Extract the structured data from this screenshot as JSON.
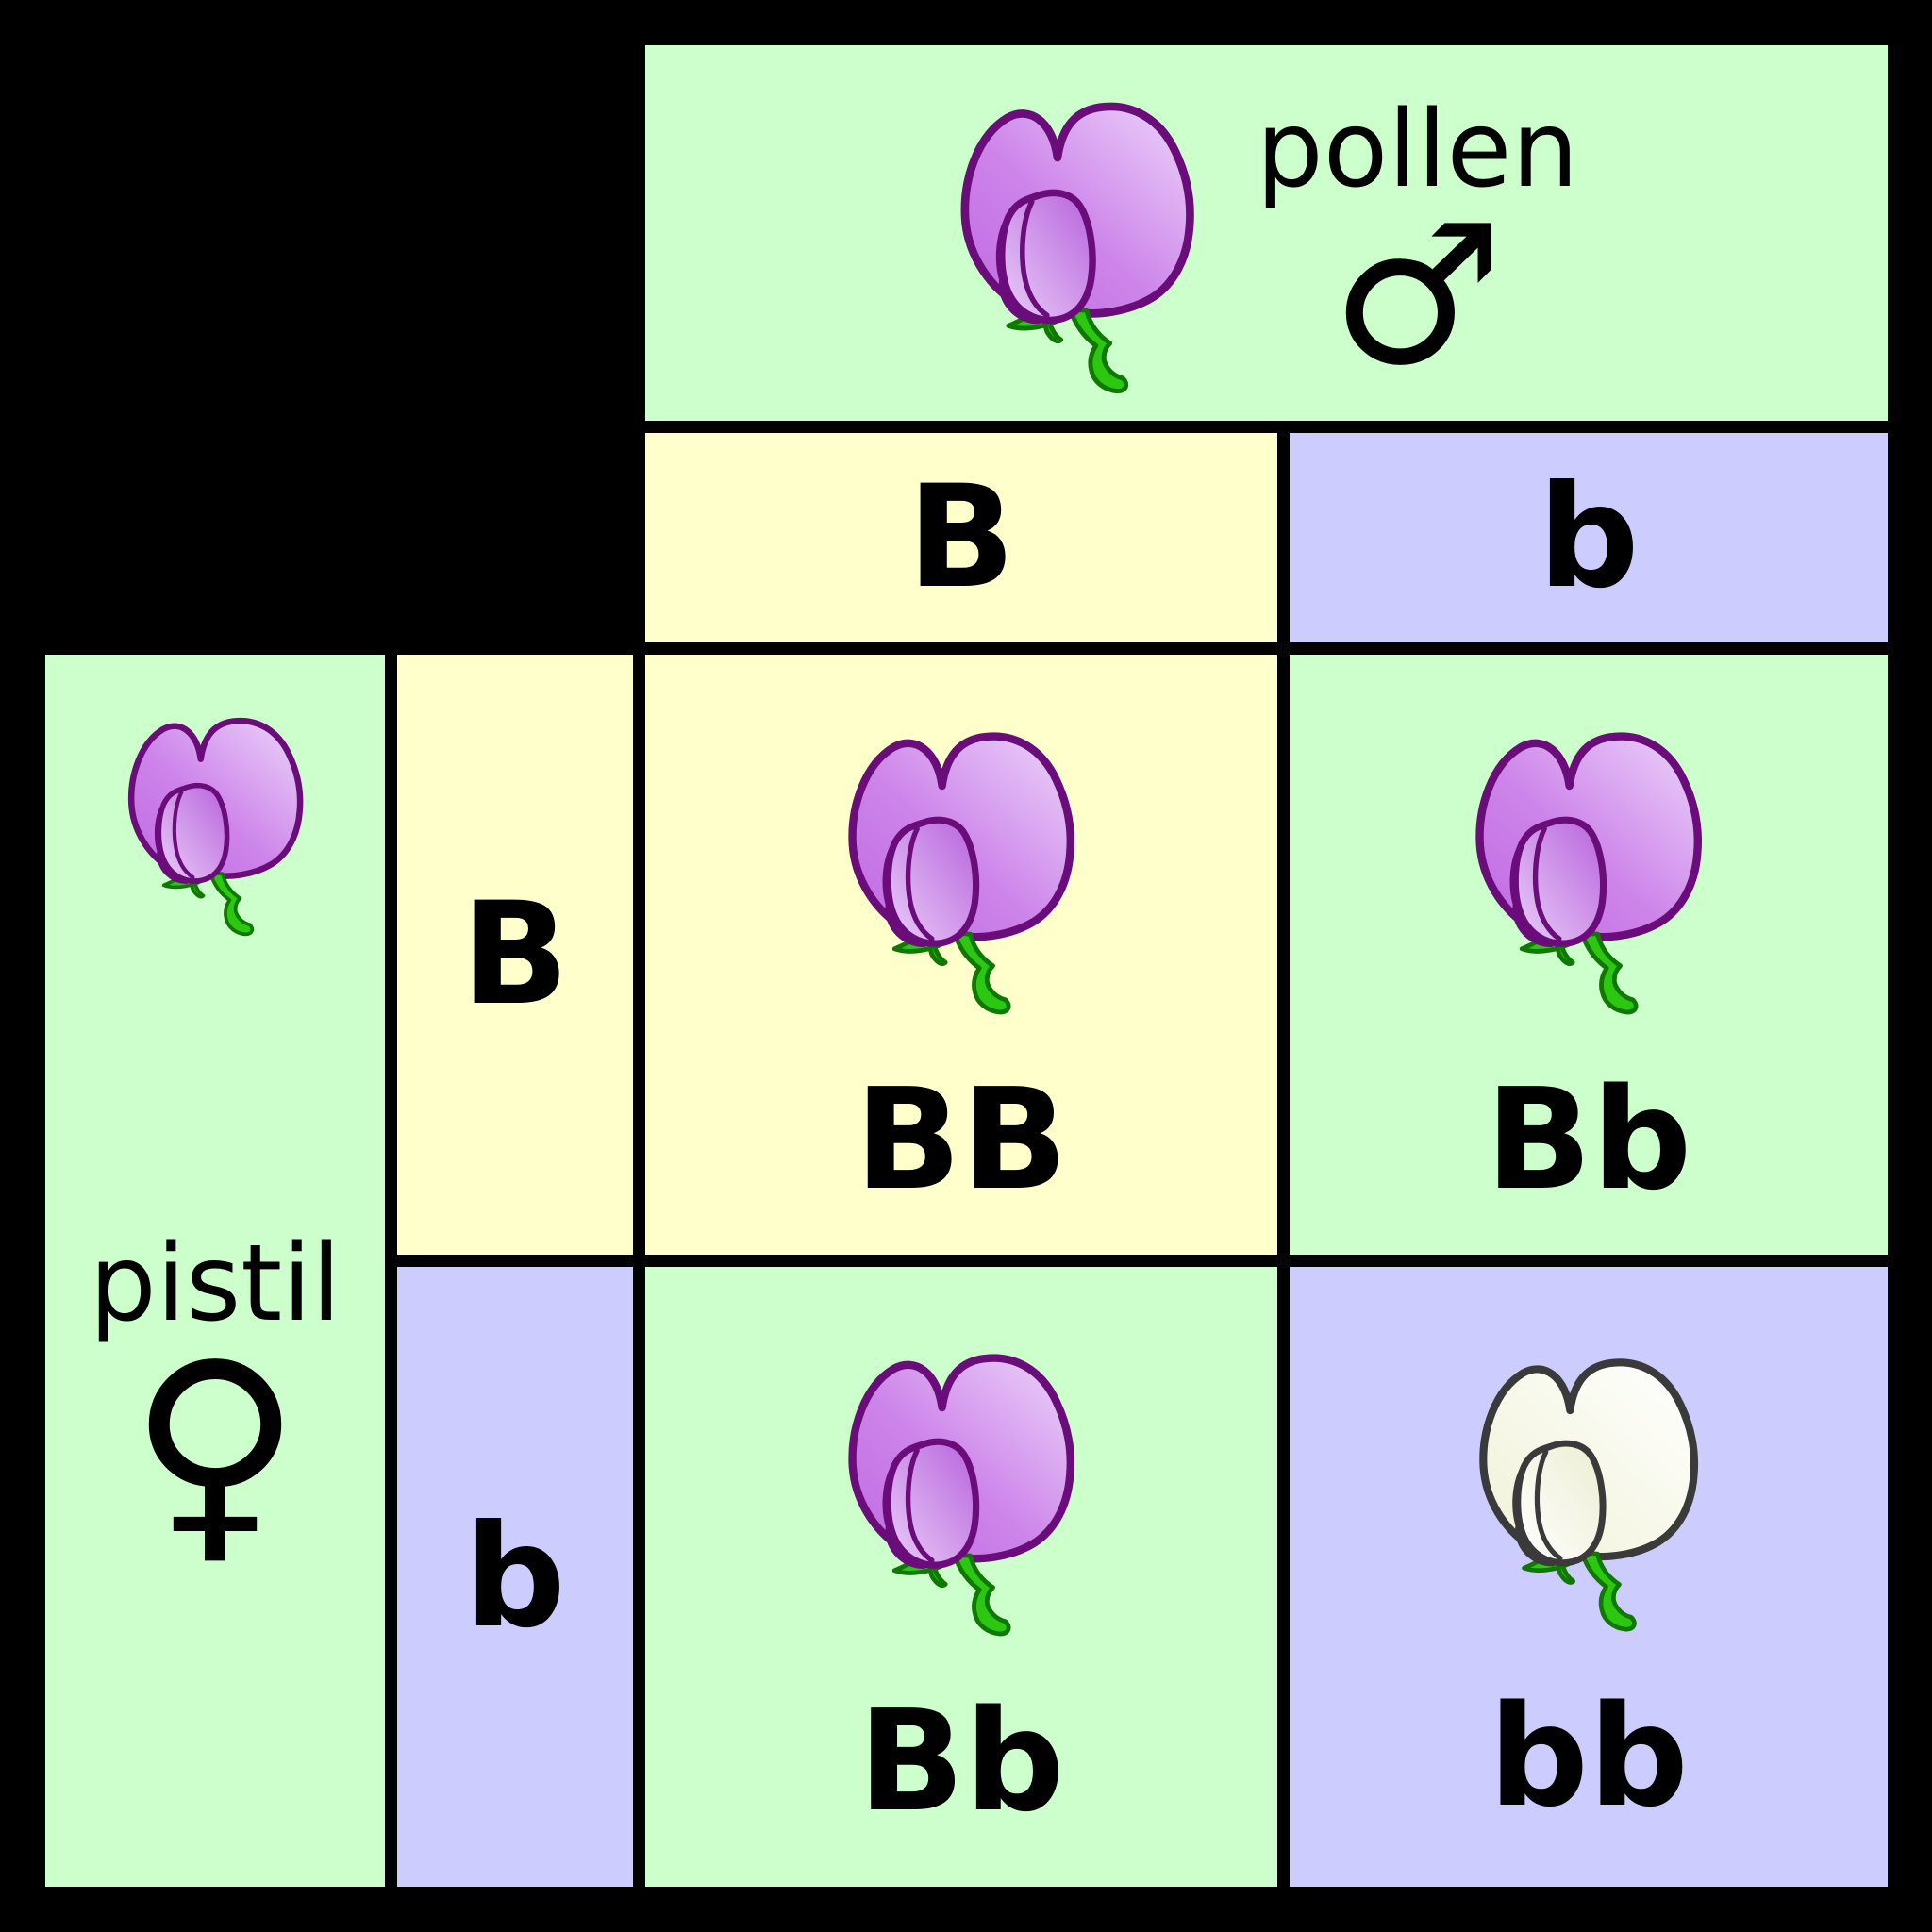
{
  "colors": {
    "background": "#000000",
    "text": "#000000",
    "parent_header_bg": "#ccffcc",
    "dominant_allele_bg": "#ffffcc",
    "recessive_allele_bg": "#ccccff",
    "heterozygous_bg": "#ccffcc",
    "purple_petal_dark": "#c06ae2",
    "purple_petal_light": "#ecd4fa",
    "purple_outline": "#6a0c7a",
    "white_petal": "#ffffff",
    "white_petal_shade": "#f0f2d6",
    "white_outline": "#3a3a3a",
    "stem_green": "#2cc810",
    "stem_outline": "#107700"
  },
  "pollen_parent": {
    "label": "pollen",
    "sex_symbol": "♂",
    "sex_symbol_name": "male-symbol",
    "flower": "purple",
    "flower_icon": "purple-flower-icon",
    "bg": "parent"
  },
  "pistil_parent": {
    "label": "pistil",
    "sex_symbol": "♀",
    "sex_symbol_name": "female-symbol",
    "flower": "purple",
    "flower_icon": "purple-flower-icon",
    "bg": "parent"
  },
  "pollen_alleles": [
    {
      "label": "B",
      "bg": "dominant"
    },
    {
      "label": "b",
      "bg": "recessive"
    }
  ],
  "pistil_alleles": [
    {
      "label": "B",
      "bg": "dominant"
    },
    {
      "label": "b",
      "bg": "recessive"
    }
  ],
  "offspring": [
    {
      "genotype": "BB",
      "flower": "purple",
      "flower_icon": "purple-flower-icon",
      "bg": "dominant",
      "position": "top-left"
    },
    {
      "genotype": "Bb",
      "flower": "purple",
      "flower_icon": "purple-flower-icon",
      "bg": "hetero",
      "position": "top-right"
    },
    {
      "genotype": "Bb",
      "flower": "purple",
      "flower_icon": "purple-flower-icon",
      "bg": "hetero",
      "position": "bottom-left"
    },
    {
      "genotype": "bb",
      "flower": "white",
      "flower_icon": "white-flower-icon",
      "bg": "recessive",
      "position": "bottom-right"
    }
  ]
}
